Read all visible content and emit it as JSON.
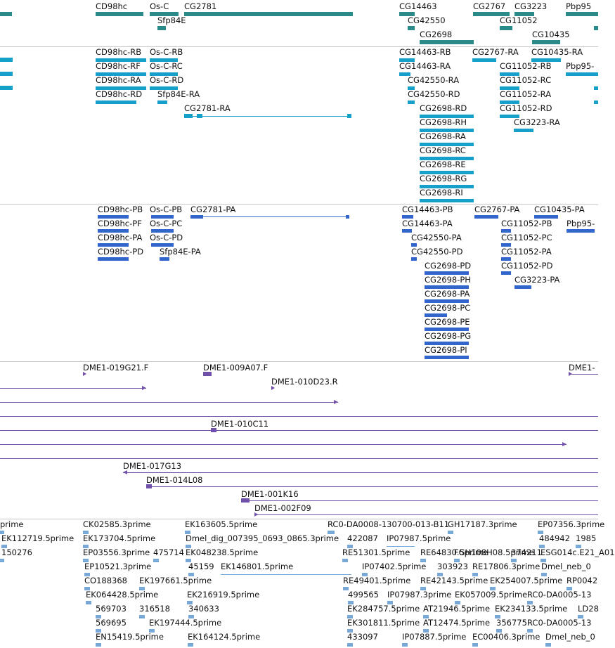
{
  "colors": {
    "gene": "#2a8a8a",
    "transcript": "#14a0c8",
    "protein": "#3366cc",
    "clone": "#7050a8",
    "est": "#78a8d8",
    "divider": "#c8c8c8",
    "text": "#111111"
  },
  "tracks": {
    "genes": {
      "labels": [
        "CD98hc",
        "Os-C",
        "Sfp84E",
        "CG2781",
        "CG14463",
        "CG42550",
        "CG2698",
        "CG2767",
        "CG3223",
        "CG11052",
        "CG10435",
        "Pbp95"
      ]
    },
    "transcripts": {
      "labels": [
        "CD98hc-RB",
        "CD98hc-RF",
        "CD98hc-RA",
        "CD98hc-RD",
        "Os-C-RB",
        "Os-C-RC",
        "Os-C-RD",
        "Sfp84E-RA",
        "CG2781-RA",
        "CG14463-RB",
        "CG14463-RA",
        "CG42550-RA",
        "CG42550-RD",
        "CG2698-RD",
        "CG2698-RH",
        "CG2698-RA",
        "CG2698-RC",
        "CG2698-RE",
        "CG2698-RG",
        "CG2698-RI",
        "CG2767-RA",
        "CG10435-RA",
        "Pbp95-",
        "CG11052-RB",
        "CG11052-RC",
        "CG11052-RA",
        "CG11052-RD",
        "CG3223-RA"
      ]
    },
    "proteins": {
      "labels": [
        "CD98hc-PB",
        "CD98hc-PF",
        "CD98hc-PA",
        "CD98hc-PD",
        "Os-C-PB",
        "Os-C-PC",
        "Os-C-PD",
        "Sfp84E-PA",
        "CG2781-PA",
        "CG14463-PB",
        "CG14463-PA",
        "CG42550-PA",
        "CG42550-PD",
        "CG2698-PD",
        "CG2698-PH",
        "CG2698-PA",
        "CG2698-PC",
        "CG2698-PE",
        "CG2698-PG",
        "CG2698-PI",
        "CG2767-PA",
        "CG10435-PA",
        "Pbp95-",
        "CG11052-PB",
        "CG11052-PC",
        "CG11052-PA",
        "CG11052-PD",
        "CG3223-PA"
      ]
    },
    "clones": {
      "labels": [
        "DME1-019G21.F",
        "DME1-009A07.F",
        "DME1-010D23.R",
        "DME1-010C11",
        "DME1-017G13",
        "DME1-014L08",
        "DME1-001K16",
        "DME1-002F09",
        "DME1-"
      ]
    },
    "ests": {
      "labels": [
        "prime",
        "CK02585.3prime",
        "EK163605.5prime",
        "RC0-DA0008-130700-013-B11",
        "GH17187.3prime",
        "EP07356.3prime",
        "EK112719.5prime",
        "EK173704.5prime",
        "Dmel_dig_007395_0693_0865.3prime",
        "422087",
        "IP07987.5prime",
        "484942",
        "1985",
        "150276",
        "EP03556.3prime",
        "475714",
        "EK048238.5prime",
        "RE51301.5prime",
        "RE64830.5prime",
        "FGH108H08.5prime",
        "374211",
        "ESG014c.E21_A01",
        "EP10521.3prime",
        "45159",
        "EK146801.5prime",
        "IP07402.5prime",
        "303923",
        "RE17806.3prime",
        "Dmel_neb_0",
        "CO188368",
        "EK197661.5prime",
        "RE49401.5prime",
        "RE42143.5prime",
        "EK254007.5prime",
        "RP0042",
        "EK064428.5prime",
        "EK216919.5prime",
        "499565",
        "IP07987.3prime",
        "EK057009.5prime",
        "RC0-DA0005-13",
        "569703",
        "316518",
        "340633",
        "EK284757.5prime",
        "AT21946.5prime",
        "EK234133.5prime",
        "LD28",
        "569695",
        "EK197444.5prime",
        "EK301811.5prime",
        "AT12474.5prime",
        "356775",
        "RC0-DA0005-13",
        "EN15419.5prime",
        "EK164124.5prime",
        "433097",
        "IP07887.5prime",
        "EC00406.3prime",
        "Dmel_neb_0"
      ]
    }
  }
}
